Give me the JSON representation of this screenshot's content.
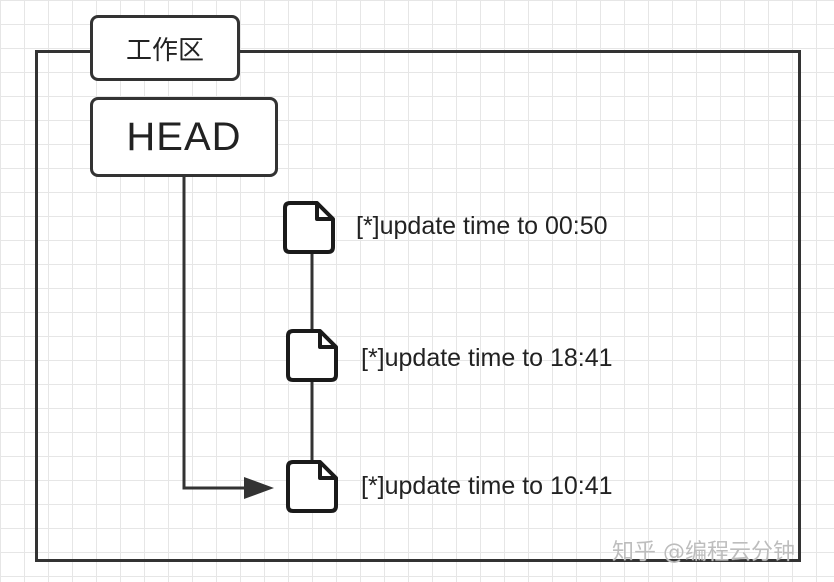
{
  "workspace": {
    "tab_label": "工作区"
  },
  "head": {
    "label": "HEAD"
  },
  "commits": [
    {
      "message": "[*]update time to 00:50",
      "icon": "document-icon"
    },
    {
      "message": "[*]update time to 18:41",
      "icon": "document-icon"
    },
    {
      "message": "[*]update time to 10:41",
      "icon": "document-icon"
    }
  ],
  "watermark": {
    "text": "知乎 @编程云分钟"
  },
  "colors": {
    "stroke": "#222222",
    "grid": "#e6e6e6",
    "background": "#ffffff"
  }
}
